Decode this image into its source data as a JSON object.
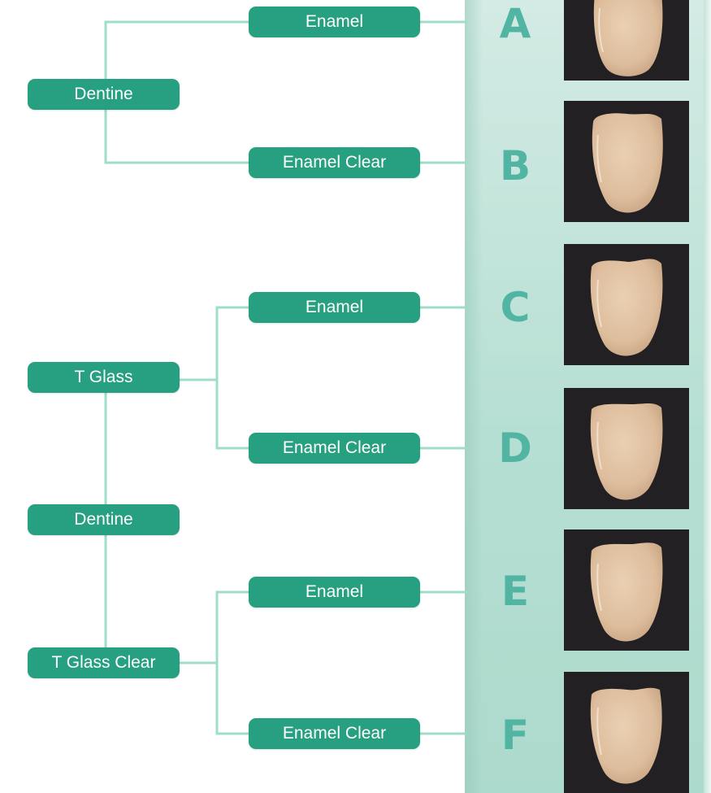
{
  "colors": {
    "node_fill": "#26a080",
    "connector": "#9fdcc9",
    "letter": "#52b4a3",
    "panel": "#b6dfd3",
    "photo_bg": "#222022",
    "tooth": "#e3c4a4"
  },
  "diagram": {
    "nodes": [
      {
        "id": "dentine-1",
        "label": "Dentine"
      },
      {
        "id": "enamel-a",
        "label": "Enamel"
      },
      {
        "id": "enamel-clear-b",
        "label": "Enamel Clear"
      },
      {
        "id": "t-glass",
        "label": "T Glass"
      },
      {
        "id": "enamel-c",
        "label": "Enamel"
      },
      {
        "id": "enamel-clear-d",
        "label": "Enamel Clear"
      },
      {
        "id": "dentine-2",
        "label": "Dentine"
      },
      {
        "id": "t-glass-clear",
        "label": "T Glass Clear"
      },
      {
        "id": "enamel-e",
        "label": "Enamel"
      },
      {
        "id": "enamel-clear-f",
        "label": "Enamel Clear"
      }
    ],
    "edges": [
      [
        "dentine-1",
        "enamel-a"
      ],
      [
        "dentine-1",
        "enamel-clear-b"
      ],
      [
        "t-glass",
        "enamel-c"
      ],
      [
        "t-glass",
        "enamel-clear-d"
      ],
      [
        "t-glass",
        "dentine-2"
      ],
      [
        "dentine-2",
        "t-glass-clear"
      ],
      [
        "t-glass-clear",
        "enamel-e"
      ],
      [
        "t-glass-clear",
        "enamel-clear-f"
      ]
    ],
    "outcomes": [
      {
        "letter": "A",
        "from": "enamel-a",
        "image": "tooth-photo"
      },
      {
        "letter": "B",
        "from": "enamel-clear-b",
        "image": "tooth-photo"
      },
      {
        "letter": "C",
        "from": "enamel-c",
        "image": "tooth-photo"
      },
      {
        "letter": "D",
        "from": "enamel-clear-d",
        "image": "tooth-photo"
      },
      {
        "letter": "E",
        "from": "enamel-e",
        "image": "tooth-photo"
      },
      {
        "letter": "F",
        "from": "enamel-clear-f",
        "image": "tooth-photo"
      }
    ]
  }
}
